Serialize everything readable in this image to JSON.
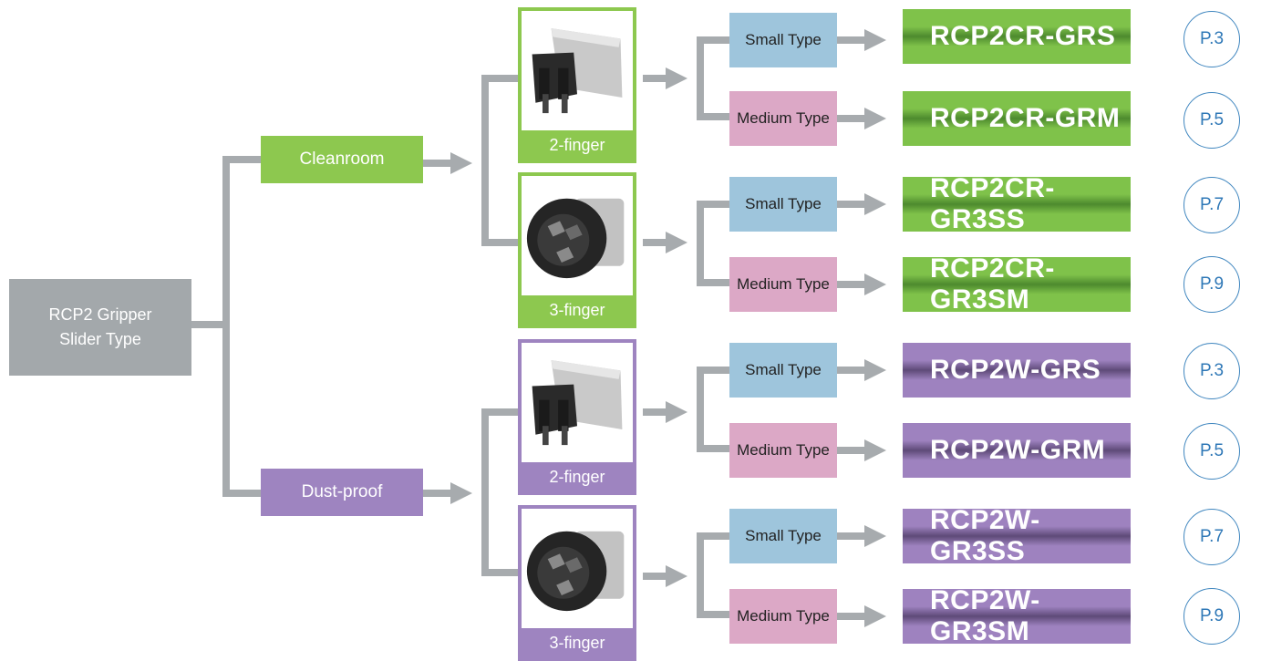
{
  "colors": {
    "connector": "#a7abae",
    "root": "#a3a8ab",
    "cleanroom": "#8dc84f",
    "dustproof": "#9e84c0",
    "small_type": "#9ec5dc",
    "medium_type": "#dca8c6",
    "page_circle": "#3f86bf"
  },
  "root": {
    "line1": "RCP2 Gripper",
    "line2": "Slider Type"
  },
  "environments": [
    {
      "label": "Cleanroom",
      "theme": "green",
      "grippers": [
        {
          "caption": "2-finger",
          "image": "two-finger-gripper-image",
          "variants": [
            {
              "size": "Small Type",
              "model": "RCP2CR-GRS",
              "page": "P.3"
            },
            {
              "size": "Medium Type",
              "model": "RCP2CR-GRM",
              "page": "P.5"
            }
          ]
        },
        {
          "caption": "3-finger",
          "image": "three-finger-gripper-image",
          "variants": [
            {
              "size": "Small Type",
              "model": "RCP2CR-GR3SS",
              "page": "P.7"
            },
            {
              "size": "Medium Type",
              "model": "RCP2CR-GR3SM",
              "page": "P.9"
            }
          ]
        }
      ]
    },
    {
      "label": "Dust-proof",
      "theme": "purple",
      "grippers": [
        {
          "caption": "2-finger",
          "image": "two-finger-gripper-image",
          "variants": [
            {
              "size": "Small Type",
              "model": "RCP2W-GRS",
              "page": "P.3"
            },
            {
              "size": "Medium Type",
              "model": "RCP2W-GRM",
              "page": "P.5"
            }
          ]
        },
        {
          "caption": "3-finger",
          "image": "three-finger-gripper-image",
          "variants": [
            {
              "size": "Small Type",
              "model": "RCP2W-GR3SS",
              "page": "P.7"
            },
            {
              "size": "Medium Type",
              "model": "RCP2W-GR3SM",
              "page": "P.9"
            }
          ]
        }
      ]
    }
  ]
}
